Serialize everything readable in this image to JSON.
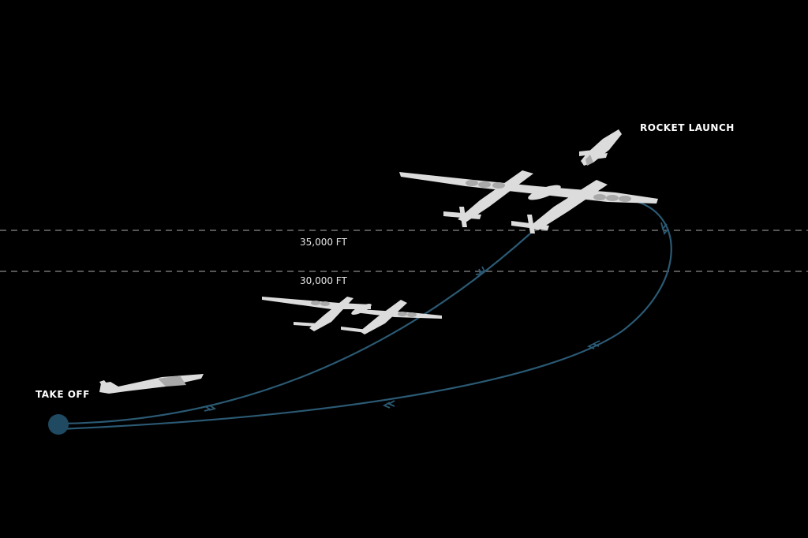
{
  "labels": {
    "takeoff": "TAKE OFF",
    "rocket_launch": "ROCKET LAUNCH",
    "alt_high": "35,000 FT",
    "alt_low": "30,000 FT"
  },
  "colors": {
    "background": "#000000",
    "flight_path": "#2b5a74",
    "takeoff_marker": "#1f4a61",
    "altitude_line": "#8a8a8a",
    "aircraft": "#dcdcdc",
    "text": "#ffffff"
  }
}
